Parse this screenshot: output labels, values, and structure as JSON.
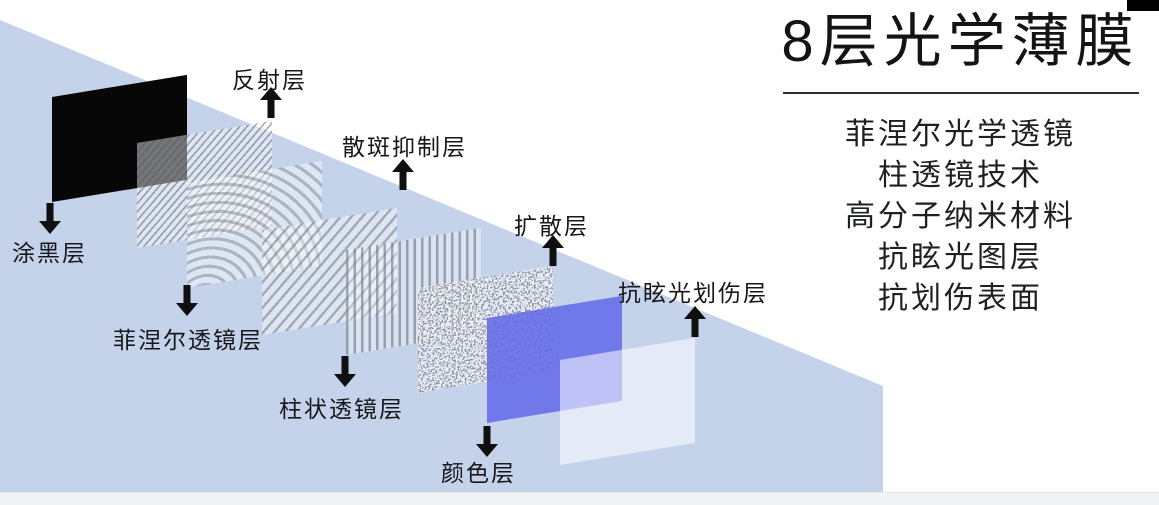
{
  "title": "8层光学薄膜",
  "features": [
    "菲涅尔光学透镜",
    "柱透镜技术",
    "高分子纳米材料",
    "抗眩光图层",
    "抗划伤表面"
  ],
  "layers": [
    {
      "label": "涂黑层",
      "texture": "solid-black",
      "arrow": "down"
    },
    {
      "label": "反射层",
      "texture": "fine-diagonal-stripes",
      "arrow": "up"
    },
    {
      "label": "菲涅尔透镜层",
      "texture": "fresnel-arcs",
      "arrow": "down"
    },
    {
      "label": "散斑抑制层",
      "texture": "diagonal-stripes",
      "arrow": "up"
    },
    {
      "label": "柱状透镜层",
      "texture": "vertical-stripes",
      "arrow": "down"
    },
    {
      "label": "扩散层",
      "texture": "speckle-noise",
      "arrow": "up"
    },
    {
      "label": "颜色层",
      "texture": "solid-purple",
      "arrow": "down"
    },
    {
      "label": "抗眩光划伤层",
      "texture": "translucent-white",
      "arrow": "up"
    }
  ],
  "colors": {
    "background_blue": "#c4d3ea",
    "color_layer_purple": "#777de8",
    "bottom_bar": "#f2f3f5",
    "ink": "#17181a"
  }
}
